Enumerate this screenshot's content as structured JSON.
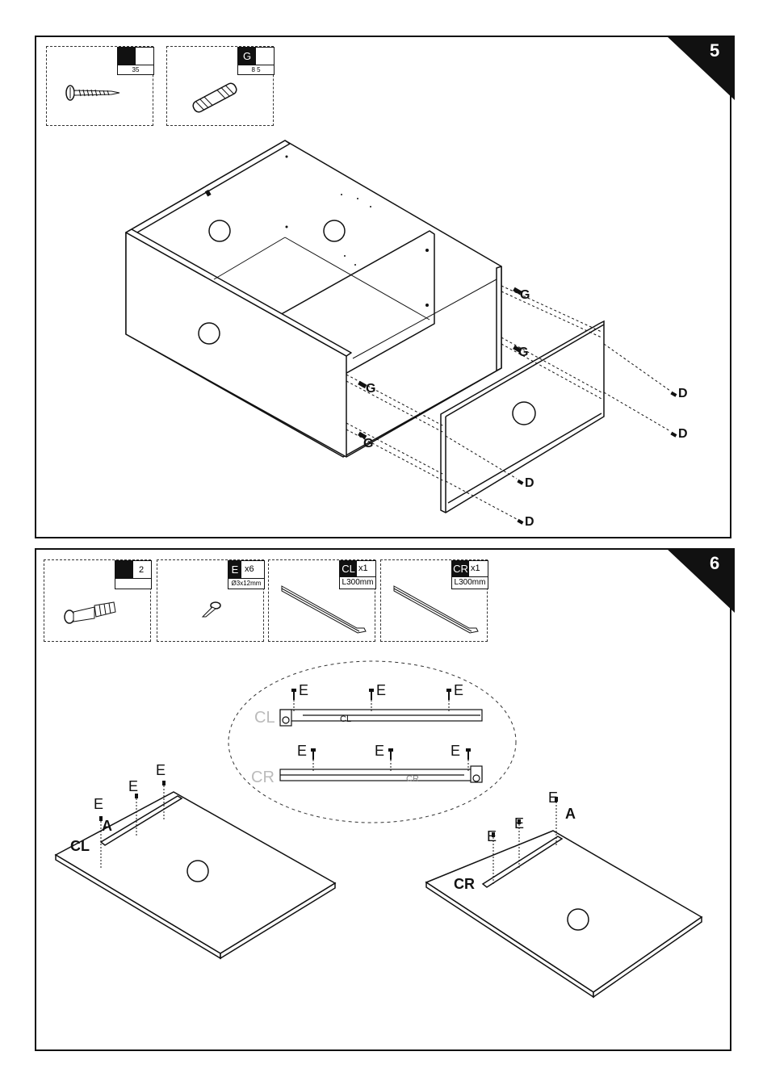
{
  "step5": {
    "number": "5",
    "parts": [
      {
        "code": "",
        "qty": "35",
        "icon": "screw-icon"
      },
      {
        "code": "G",
        "qty": "8 5",
        "icon": "dowel-icon"
      }
    ],
    "labels": {
      "g": "G",
      "d": "D"
    }
  },
  "step6": {
    "number": "6",
    "parts": [
      {
        "code": "",
        "qty": "2",
        "sub": "",
        "icon": "cam-bolt-icon"
      },
      {
        "code": "E",
        "qty": "x6",
        "sub": "Ø3x12mm",
        "icon": "small-screw-icon"
      },
      {
        "code": "CL",
        "qty": "x1",
        "sub": "L300mm",
        "icon": "left-rail-icon"
      },
      {
        "code": "CR",
        "qty": "x1",
        "sub": "L300mm",
        "icon": "right-rail-icon"
      }
    ],
    "labels": {
      "e": "E",
      "a": "A",
      "cl": "CL",
      "cr": "CR"
    }
  }
}
